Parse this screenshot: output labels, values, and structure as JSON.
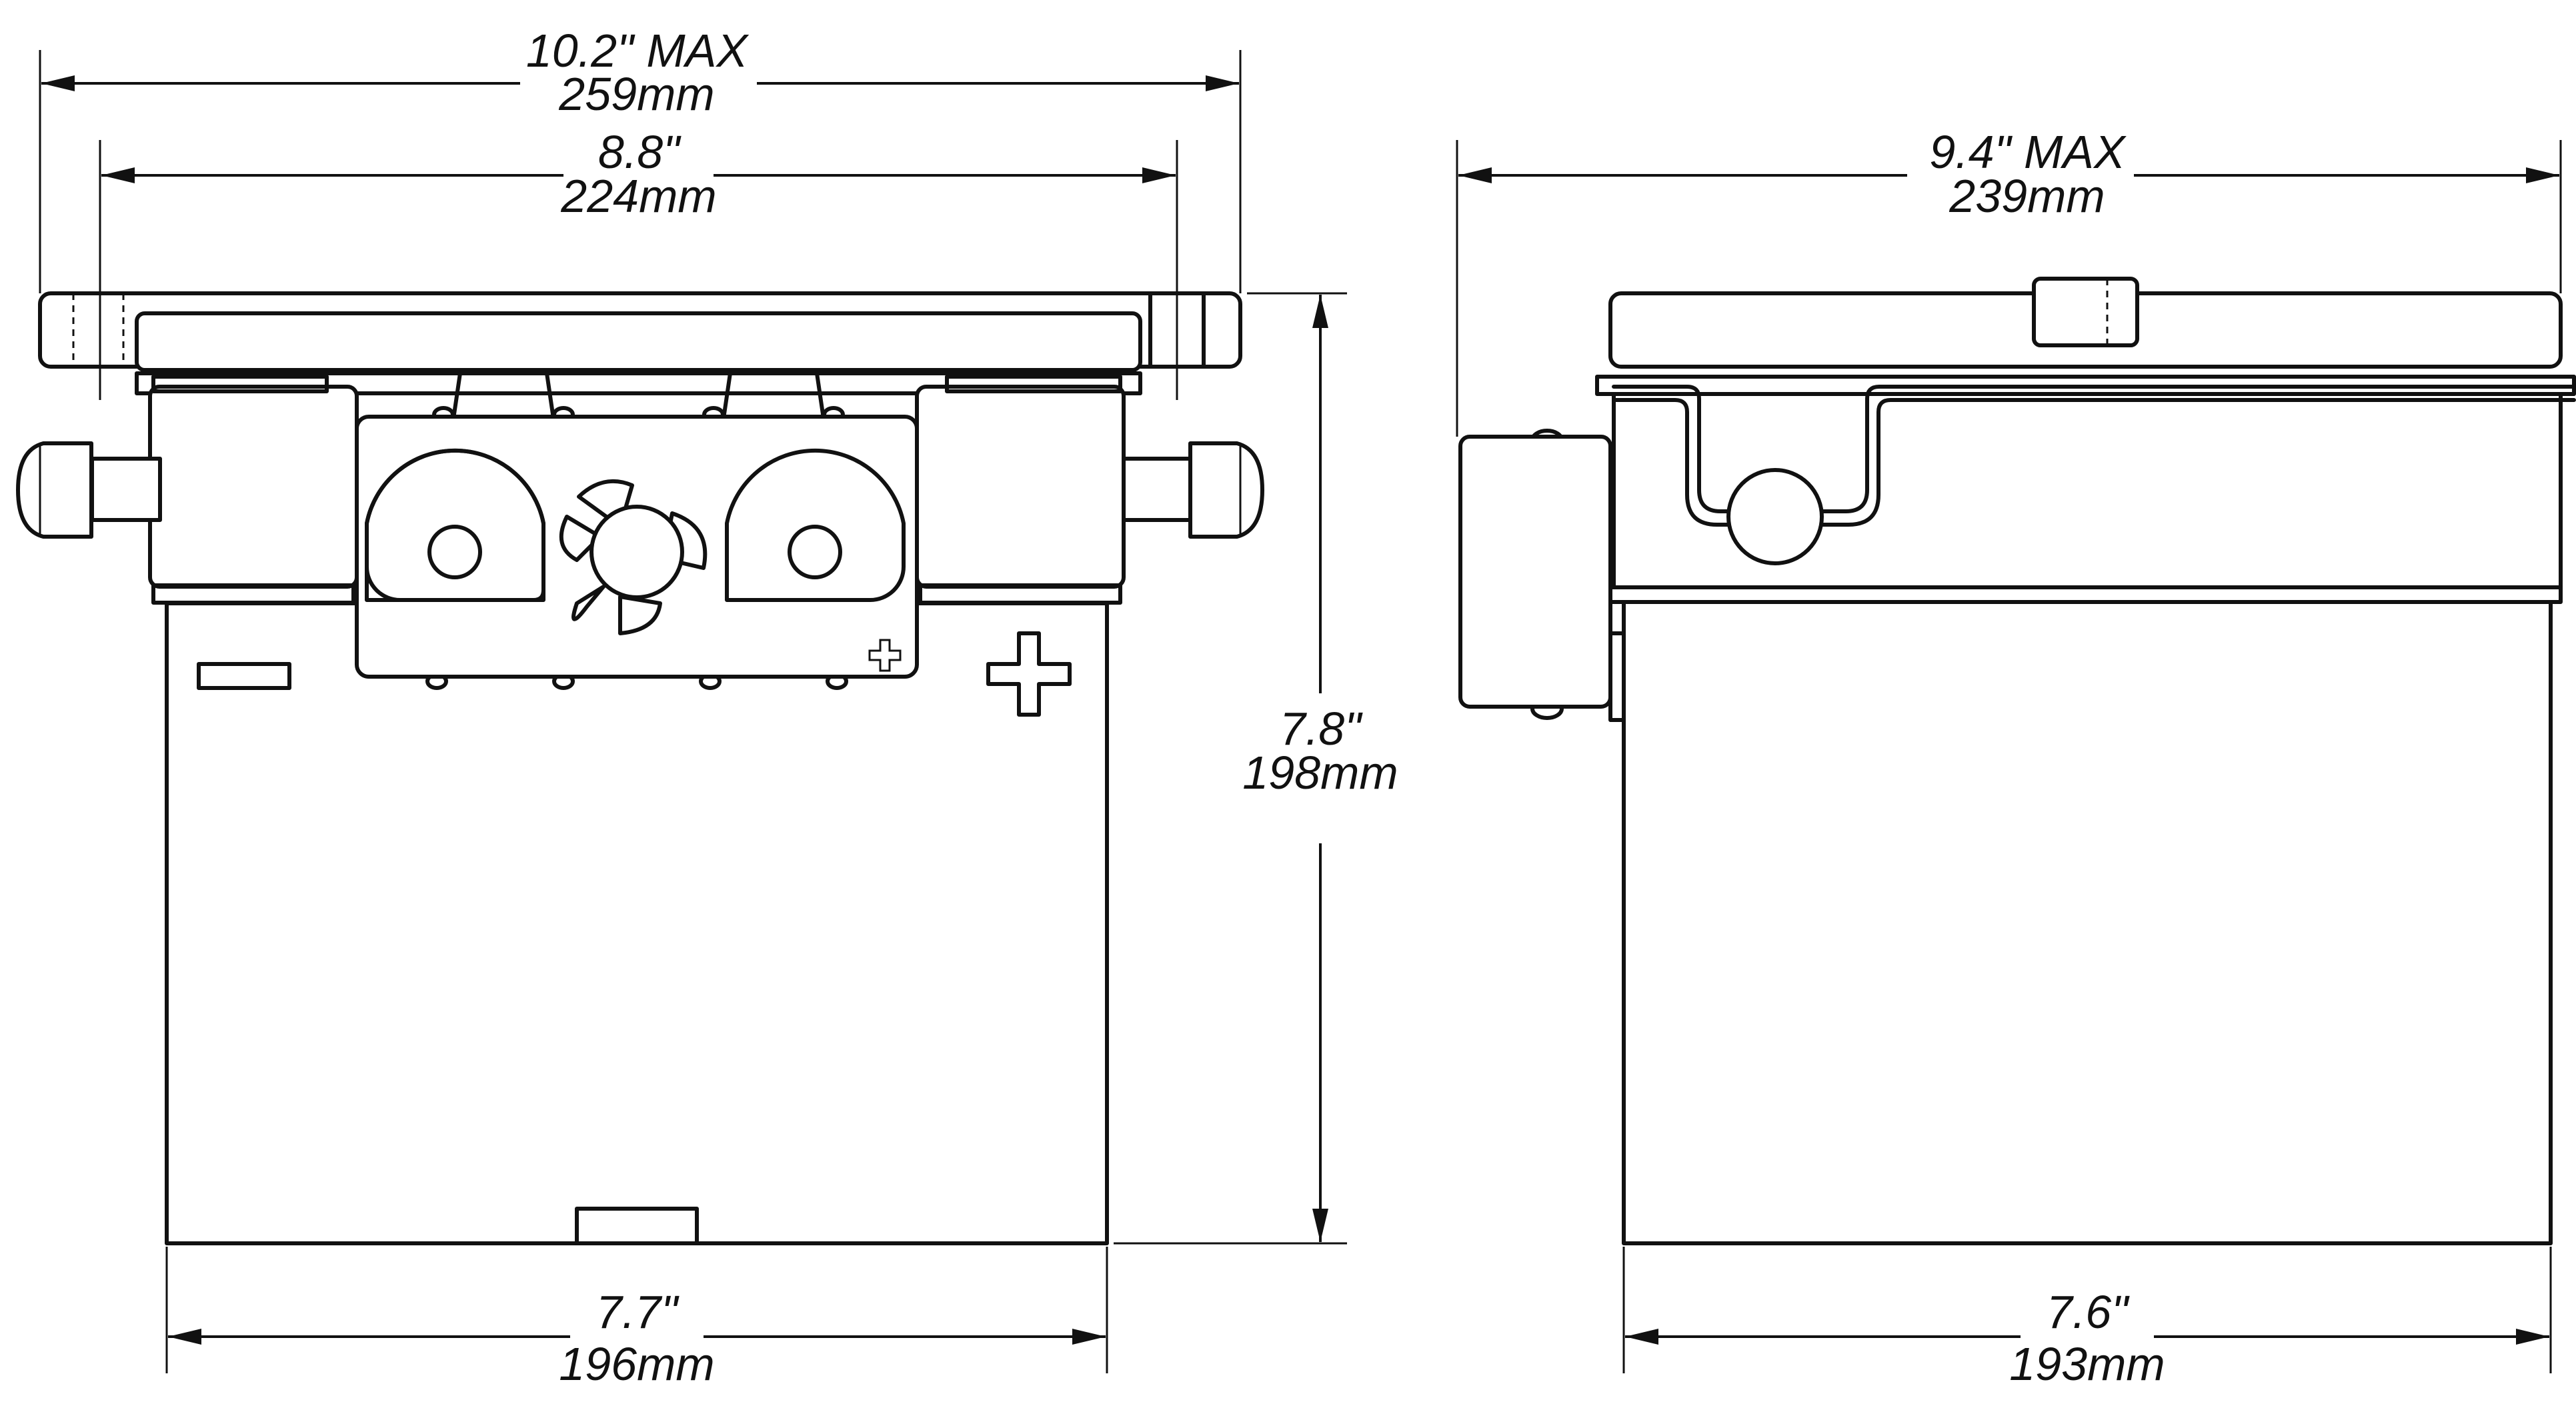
{
  "dimensions": {
    "front_overall_width": {
      "imperial": "10.2\" MAX",
      "metric": "259mm"
    },
    "front_lid_width": {
      "imperial": "8.8\"",
      "metric": "224mm"
    },
    "side_overall_width": {
      "imperial": "9.4\" MAX",
      "metric": "239mm"
    },
    "overall_height": {
      "imperial": "7.8\"",
      "metric": "198mm"
    },
    "front_base_width": {
      "imperial": "7.7\"",
      "metric": "196mm"
    },
    "side_base_width": {
      "imperial": "7.6\"",
      "metric": "193mm"
    }
  },
  "colors": {
    "line": "#111111",
    "background": "#ffffff"
  }
}
